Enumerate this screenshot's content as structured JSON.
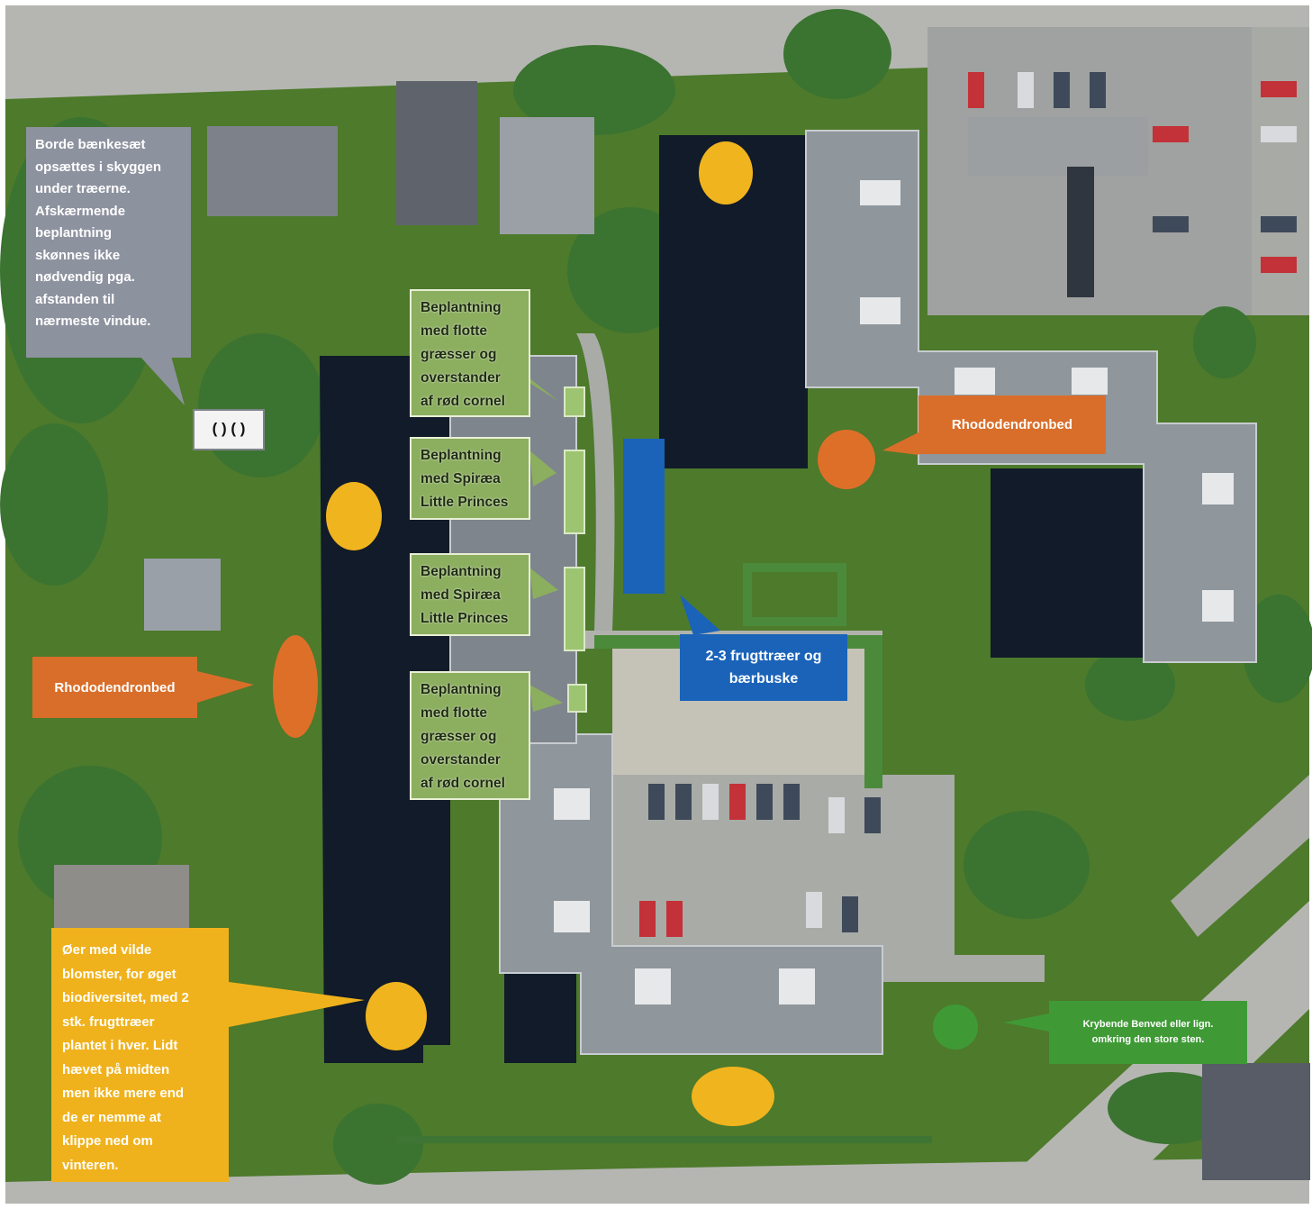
{
  "callouts": {
    "benches": "Borde bænkesæt\nopsættes i skyggen\nunder træerne.\nAfskærmende\nbeplantning\nskønnes ikke\nnødvendig pga.\nafstanden til\nnærmeste vindue.",
    "bench_symbol": "( ) ( )",
    "planting_1": "Beplantning\nmed flotte\ngræsser og\noverstander\naf rød cornel",
    "planting_2": "Beplantning\nmed Spiræa\nLittle Princes",
    "planting_3": "Beplantning\nmed Spiræa\nLittle Princes",
    "planting_4": "Beplantning\nmed flotte\ngræsser og\noverstander\naf rød cornel",
    "rhodo_right": "Rhododendronbed",
    "rhodo_left": "Rhododendronbed",
    "fruit_trees": "2-3 frugttræer og\nbærbuske",
    "wildflowers": "Øer med vilde\nblomster, for øget\nbiodiversitet, med 2\nstk. frugttræer\nplantet i hver. Lidt\nhævet på midten\nmen ikke mere end\nde er nemme at\nklippe ned om\nvinteren.",
    "creeping": "Krybende Benved eller lign.\nomkring den store sten."
  },
  "colors": {
    "grass": "#4f7a2c",
    "shadow": "#121d2c",
    "roof": "#8e959b",
    "road": "#b3b4b1",
    "tree": "#3e7a31",
    "yellow_marker": "#f0b41e",
    "orange_marker": "#de6f29",
    "blue_marker": "#1a63b9",
    "green_marker": "#3f9a36",
    "planting_strip": "#9cc471"
  }
}
